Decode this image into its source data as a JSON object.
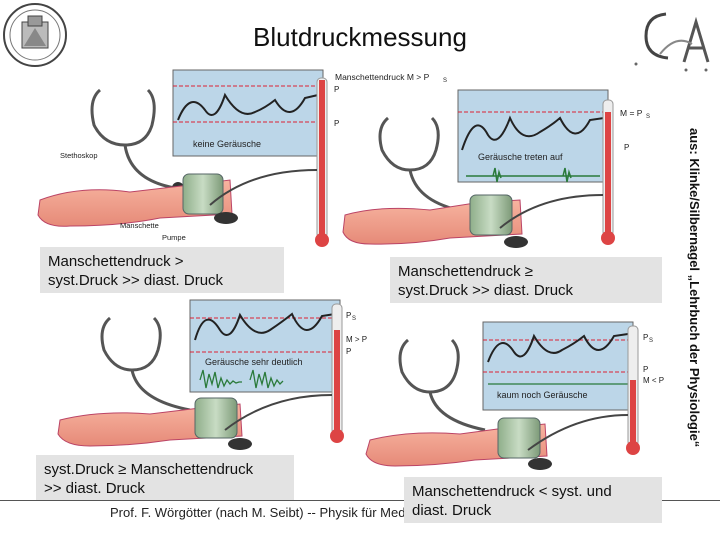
{
  "title": "Blutdruckmessung",
  "credit": "aus: Klinke/Silbernagel „Lehrbuch der Physiologie“",
  "footer": "Prof. F. Wörgötter (nach M. Seibt) -- Physik für Mediziner und Zahnmediziner",
  "panels": [
    {
      "monitor_label": "keine Geräusche",
      "gauge_top": "Manschettendruck M > P",
      "gauge_top_sub": "S",
      "ps": "P",
      "pd": "P",
      "side_labels": [
        "Stethoskop",
        "Manschette",
        "Pumpe"
      ],
      "caption_line1": "Manschettendruck >",
      "caption_line2": "syst.Druck >> diast. Druck"
    },
    {
      "monitor_label": "Geräusche treten auf",
      "gauge_top": "M = P",
      "gauge_top_sub": "S",
      "pd": "P",
      "caption_line1": "Manschettendruck ≥",
      "caption_line2": "syst.Druck >> diast. Druck"
    },
    {
      "monitor_label": "Geräusche sehr deutlich",
      "gauge_top": "P",
      "gauge_top_sub": "S",
      "gauge_mid": "M > P",
      "gauge_low": "P",
      "caption_line1": "syst.Druck ≥ Manschettendruck",
      "caption_line2": ">> diast. Druck"
    },
    {
      "monitor_label": "kaum noch Geräusche",
      "gauge_top": "P",
      "gauge_top_sub": "S",
      "gauge_low": "P",
      "gauge_mid": "M < P",
      "caption_line1": "Manschettendruck < syst. und",
      "caption_line2": "diast. Druck"
    }
  ]
}
